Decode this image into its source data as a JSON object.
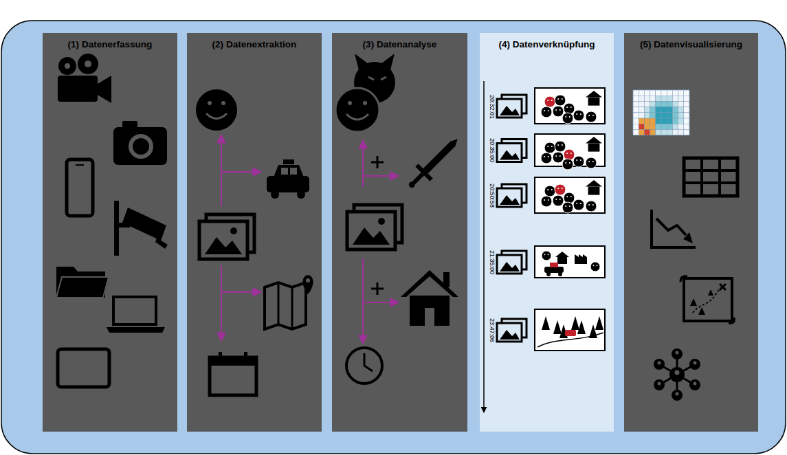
{
  "diagram": {
    "nodes": [
      {
        "text": [
          "(1) Datenerfassung"
        ]
      },
      {
        "text": [
          "(2) Datenextraktion"
        ]
      },
      {
        "text": [
          "(3) Datenanalyse"
        ]
      },
      {
        "text": [
          "(4) Datenverknüpfung"
        ]
      },
      {
        "text": [
          "(5) Datenvisualisierung"
        ]
      }
    ],
    "labels": [
      "20:32:01",
      "20:35:00",
      "20:50:58",
      "21:35:00",
      "23:47:06"
    ]
  }
}
